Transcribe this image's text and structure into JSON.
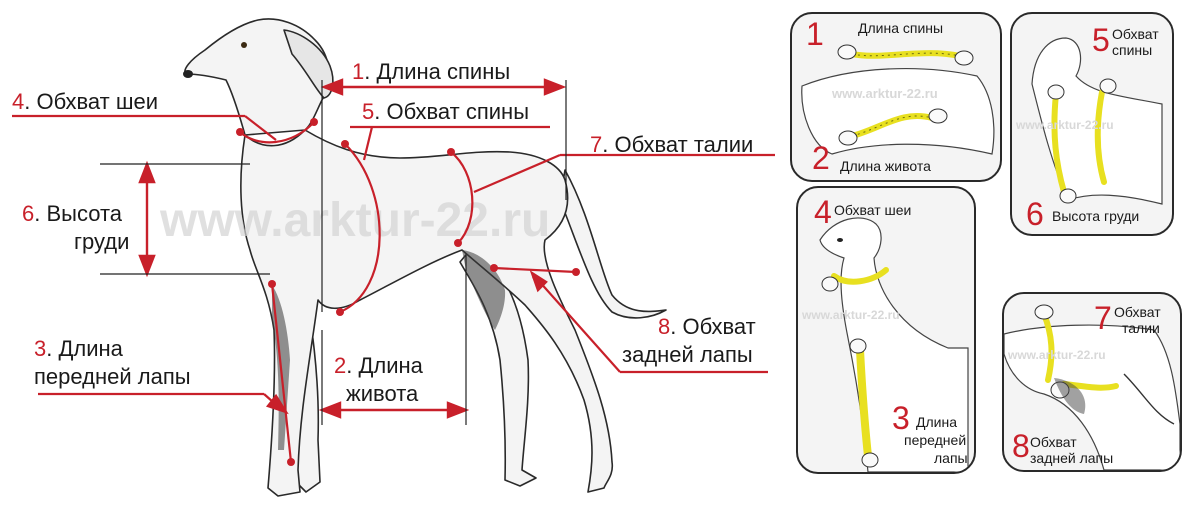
{
  "watermark": "www.arktur-22.ru",
  "labels": {
    "back_length": {
      "num": "1",
      "text": ". Длина спины"
    },
    "back_girth": {
      "num": "5",
      "text": ". Обхват спины"
    },
    "neck_girth": {
      "num": "4",
      "text": ". Обхват  шеи"
    },
    "waist_girth": {
      "num": "7",
      "text": ". Обхват  талии"
    },
    "chest_height": {
      "num": "6",
      "line1": ". Высота",
      "line2": "груди"
    },
    "front_leg": {
      "num": "3",
      "line1": ". Длина",
      "line2": "передней лапы"
    },
    "belly_length": {
      "num": "2",
      "line1": ". Длина",
      "line2": "живота"
    },
    "hind_leg": {
      "num": "8",
      "line1": ". Обхват",
      "line2": "задней лапы"
    }
  },
  "cards": {
    "back_belly": {
      "num_top": "1",
      "text_top": "Длина спины",
      "num_bottom": "2",
      "text_bottom": "Длина живота",
      "watermark": "www.arktur-22.ru"
    },
    "back_girth": {
      "num": "5",
      "line1": "Обхват",
      "line2": "спины",
      "num_bottom": "6",
      "text_bottom": "Высота груди",
      "watermark": "www.arktur-22.ru"
    },
    "neck_leg": {
      "num_top": "4",
      "text_top": "Обхват  шеи",
      "num_bottom": "3",
      "line1": "Длина",
      "line2": "передней",
      "line3": "лапы",
      "watermark": "www.arktur-22.ru"
    },
    "waist_hind": {
      "num_top": "7",
      "line1": "Обхват",
      "line2": "талии",
      "num_bottom": "8",
      "line3": "Обхват",
      "line4": "задней лапы",
      "watermark": "www.arktur-22.ru"
    }
  },
  "colors": {
    "accent": "#c8202a",
    "tape": "#e8e020",
    "dog": "#f2f2f2",
    "outline": "#2a2a2a"
  }
}
